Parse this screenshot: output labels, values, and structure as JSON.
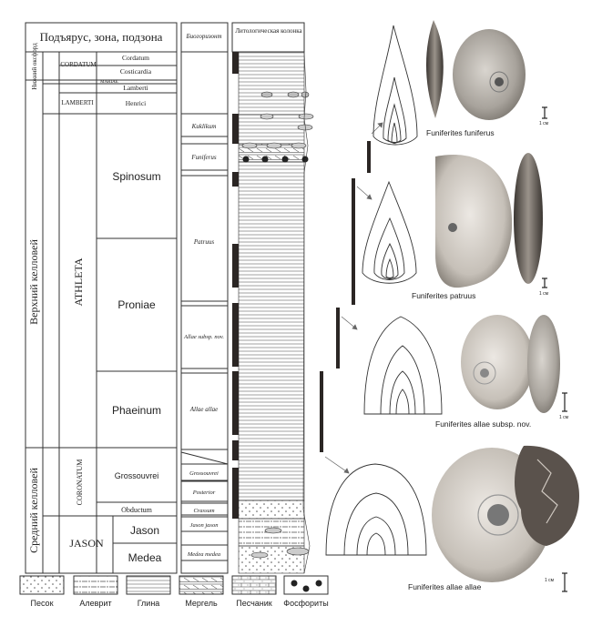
{
  "header": {
    "zones_title": "Подъярус, зона, подзона",
    "biohorizon_title": "Биогоризонт",
    "lithology_title": "Литологическая колонка"
  },
  "substages": {
    "lower_oxford": "Нижний оксфорд",
    "upper_callovian": "Верхний келловей",
    "middle_callovian": "Средний келловей"
  },
  "zones": {
    "cordatum": "CORDATUM",
    "mariae": "MARIAE",
    "lamberti": "LAMBERTI",
    "athleta": "ATHLETA",
    "coronatum": "CORONATUM",
    "jason": "JASON"
  },
  "subzones": {
    "cordatum": "Cordatum",
    "costicardia": "Costicardia",
    "lamberti": "Lamberti",
    "henrici": "Henrici",
    "spinosum": "Spinosum",
    "proniae": "Proniae",
    "phaeinum": "Phaeinum",
    "grossouvrei": "Grossouvrei",
    "obductum": "Obductum",
    "jason": "Jason",
    "medea": "Medea"
  },
  "biohorizons": {
    "kuklikum": "Kuklikum",
    "funiferus": "Funiferus",
    "patruus": "Patruus",
    "allae_subsp_nov": "Allae subsp. nov.",
    "allae_allae": "Allae allae",
    "grossouvrei": "Grossouvrei",
    "posterior": "Posterior",
    "crassum": "Crassum",
    "jason_jason": "Jason jason",
    "medea_medea": "Medea medea"
  },
  "specimens": {
    "funiferus": "Funiferites funiferus",
    "patruus": "Funiferites patruus",
    "allae_nov": "Funiferites allae subsp. nov.",
    "allae_allae": "Funiferites allae allae"
  },
  "scale_label": "1 см",
  "legend": {
    "sand": "Песок",
    "silt": "Алеврит",
    "clay": "Глина",
    "marl": "Мергель",
    "sandstone": "Песчаник",
    "phosphorite": "Фосфориты"
  }
}
